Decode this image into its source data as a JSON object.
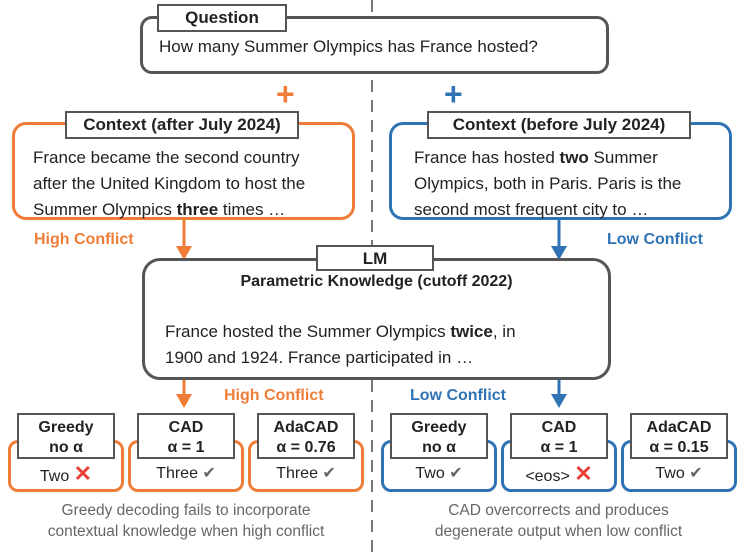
{
  "question": {
    "tag": "Question",
    "text": "How many Summer Olympics has France hosted?"
  },
  "context_after": {
    "tag": "Context (after July 2024)",
    "text_a": "France became the second country",
    "text_b": "after the United Kingdom to host the",
    "text_c": "Summer Olympics ",
    "bold": "three",
    "text_d": " times …"
  },
  "context_before": {
    "tag": "Context (before July 2024)",
    "text_a": "France has hosted ",
    "bold": "two",
    "text_b": " Summer",
    "text_c": "Olympics, both in Paris. Paris is the",
    "text_d": "second most frequent city to …"
  },
  "plus_left": "+",
  "plus_right": "+",
  "lm": {
    "tag": "LM",
    "title": "Parametric Knowledge (cutoff 2022)",
    "text_a": "France hosted the Summer Olympics ",
    "bold": "twice",
    "text_b": ", in",
    "text_c": "1900 and 1924. France participated in …"
  },
  "labels": {
    "high_left": "High Conflict",
    "low_right": "Low Conflict",
    "high_mid": "High Conflict",
    "low_mid": "Low Conflict"
  },
  "methods_left": [
    {
      "l1": "Greedy",
      "l2": "no α",
      "answer": "Two",
      "mark": "✕",
      "status": "wrong"
    },
    {
      "l1": "CAD",
      "l2": "α = 1",
      "answer": "Three",
      "mark": "✔",
      "status": "right"
    },
    {
      "l1": "AdaCAD",
      "l2": "α = 0.76",
      "answer": "Three",
      "mark": "✔",
      "status": "right"
    }
  ],
  "methods_right": [
    {
      "l1": "Greedy",
      "l2": "no α",
      "answer": "Two",
      "mark": "✔",
      "status": "right"
    },
    {
      "l1": "CAD",
      "l2": "α = 1",
      "answer": "<eos>",
      "mark": "✕",
      "status": "wrong"
    },
    {
      "l1": "AdaCAD",
      "l2": "α = 0.15",
      "answer": "Two",
      "mark": "✔",
      "status": "right"
    }
  ],
  "notes": {
    "left_a": "Greedy decoding fails to incorporate",
    "left_b": "contextual knowledge when high conflict",
    "right_a": "CAD overcorrects and produces",
    "right_b": "degenerate output when low conflict"
  },
  "colors": {
    "orange": "#ef7d38",
    "blue": "#2f73b5",
    "gray": "#555555",
    "red": "#e8413a"
  }
}
